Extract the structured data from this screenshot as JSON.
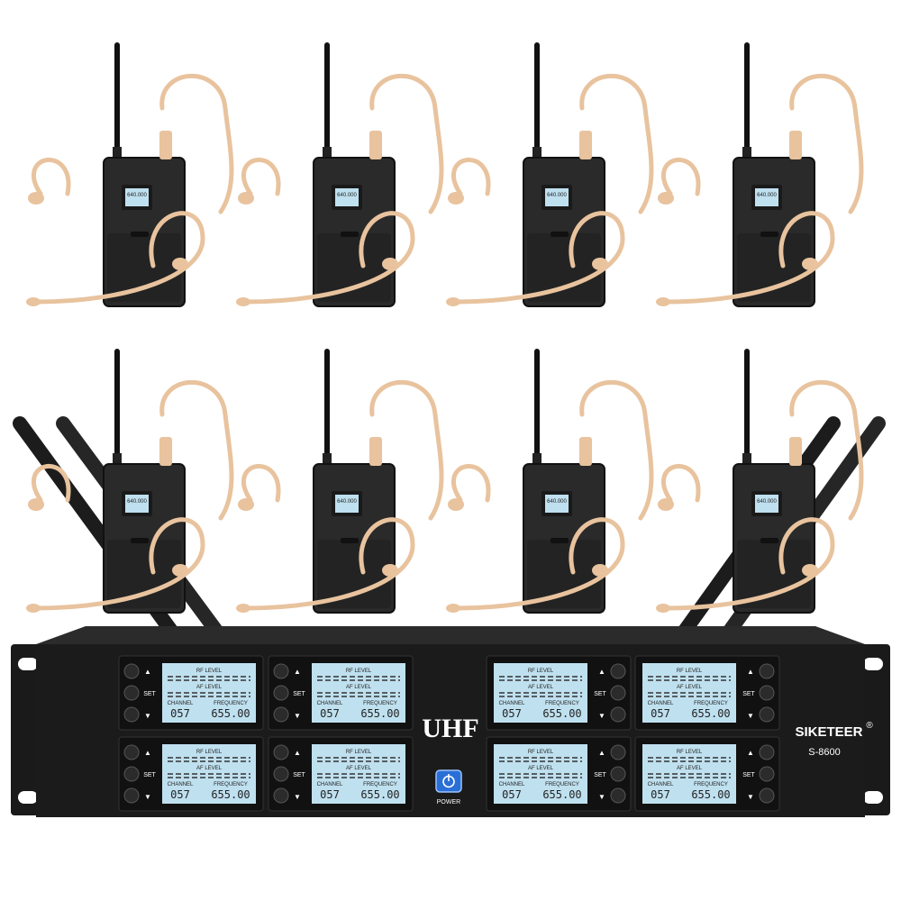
{
  "receiver": {
    "band_label": "UHF",
    "brand": "SIKETEER",
    "registered_mark": "®",
    "model": "S-8600",
    "power_label": "POWER",
    "set_label": "SET",
    "up_arrow": "▲",
    "down_arrow": "▼"
  },
  "lcd": {
    "rf_level_label": "RF LEVEL",
    "af_level_label": "AF LEVEL",
    "channel_label": "CHANNEL",
    "frequency_label": "FREQUENCY",
    "channel_value": "057",
    "frequency_value": "655.00"
  },
  "bodypack_screen_text": "640.000",
  "colors": {
    "receiver_body": "#1b1b1b",
    "lcd_background": "#bfe0ef",
    "headset_skin": "#e8c39e",
    "power_button": "#2a6fd6"
  }
}
